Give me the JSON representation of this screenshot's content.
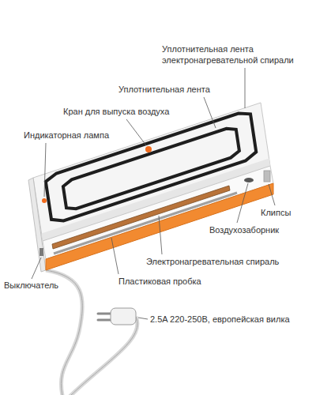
{
  "diagram": {
    "labels": [
      "Уплотнительная лента электронагревательной спирали",
      "Уплотнительная лента",
      "Кран для выпуска воздуха",
      "Индикаторная лампа",
      "Клипсы",
      "Воздухозаборник",
      "Электронагревательная спираль",
      "Пластиковая пробка",
      "Выключатель",
      "2.5A 220-250В, европейская вилка"
    ]
  }
}
